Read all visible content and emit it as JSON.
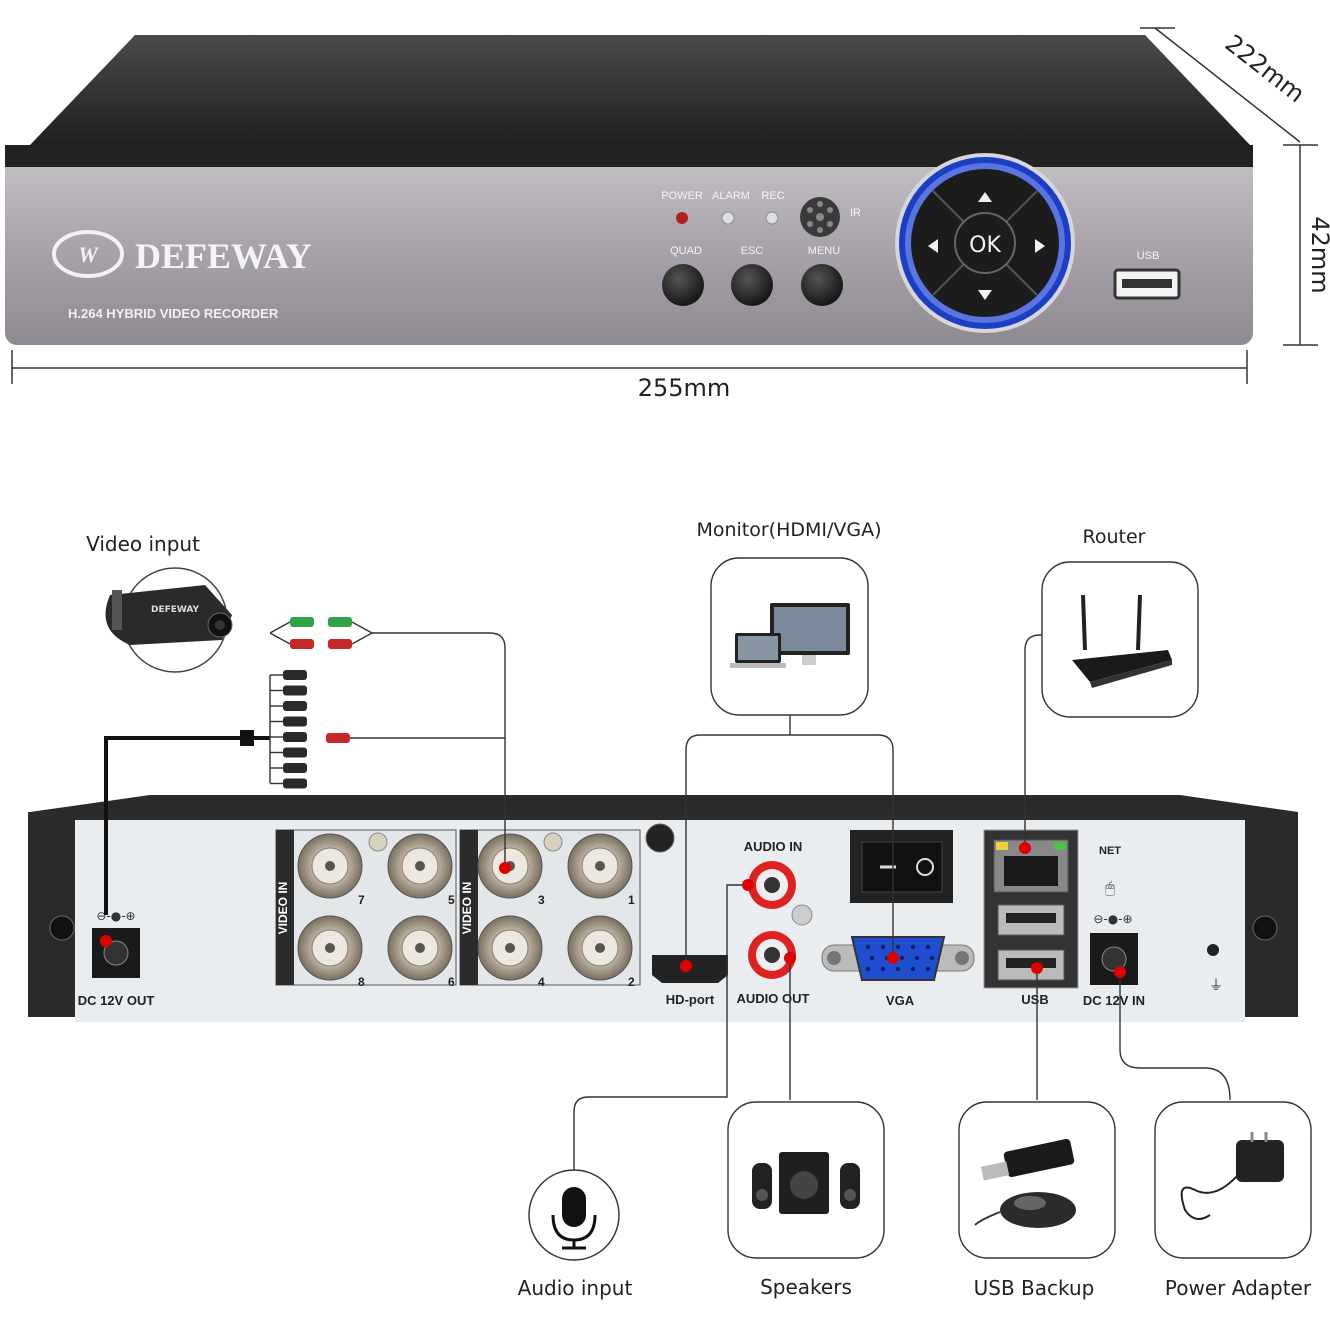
{
  "front": {
    "brand": "DEFEWAY",
    "subtitle": "H.264 HYBRID VIDEO RECORDER",
    "led_labels": [
      "POWER",
      "ALARM",
      "REC"
    ],
    "ir_label": "IR",
    "buttons": [
      "QUAD",
      "ESC",
      "MENU"
    ],
    "ok_label": "OK",
    "usb_label": "USB"
  },
  "dimensions": {
    "width": "255mm",
    "depth": "222mm",
    "height": "42mm"
  },
  "back": {
    "video_in_label": "VIDEO IN",
    "channel_numbers": [
      "7",
      "5",
      "8",
      "6",
      "3",
      "1",
      "4",
      "2"
    ],
    "audio_in": "AUDIO IN",
    "audio_out": "AUDIO OUT",
    "hd_port": "HD-port",
    "vga": "VGA",
    "net": "NET",
    "usb": "USB",
    "dc_in": "DC 12V IN",
    "dc_out": "DC 12V OUT"
  },
  "captions": {
    "video_input": "Video input",
    "monitor": "Monitor(HDMI/VGA)",
    "router": "Router",
    "audio_input": "Audio input",
    "speakers": "Speakers",
    "usb_backup": "USB Backup",
    "power_adapter": "Power Adapter"
  },
  "colors": {
    "dvr_body": "#2b2b2b",
    "front_panel": "#a8a4ab",
    "nav_ring": "#1b3fc4",
    "connection_dot": "#e00000",
    "back_panel": "#e9edf0"
  }
}
